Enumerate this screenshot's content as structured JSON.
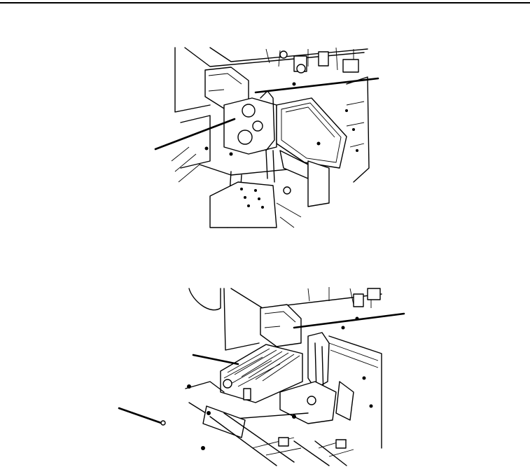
{
  "page": {
    "header_rule": true,
    "figures": [
      {
        "name": "upper-installation-view",
        "leader_lines": 2
      },
      {
        "name": "lower-installation-view",
        "leader_lines": 3
      }
    ],
    "colors": {
      "ink": "#000000",
      "paper": "#ffffff"
    }
  }
}
